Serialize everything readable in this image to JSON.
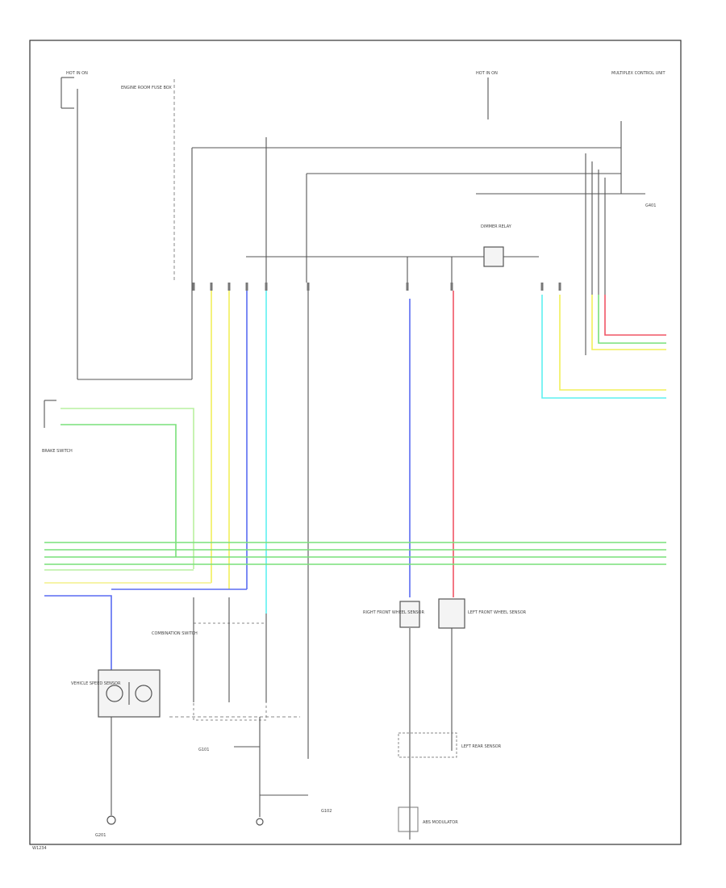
{
  "diagram": {
    "footer_text": "W1234",
    "colors": {
      "frame": "#333333",
      "black_wire": "#555555",
      "yellow": "#f2ef5a",
      "green": "#79e07a",
      "blue": "#5a6cf2",
      "cyan": "#5ef0f0",
      "red": "#f05565",
      "light_green": "#b9f0a0",
      "light_yellow": "#f4f08a",
      "component_fill": "#f4f4f4"
    },
    "labels": {
      "top_left_connector": "HOT IN ON",
      "top_left_component": "ENGINE ROOM FUSE BOX",
      "top_center_connector": "HOT IN ON",
      "top_right_module": "MULTIPLEX CONTROL UNIT",
      "right_ground": "G401",
      "mid_label": "DIMMER RELAY",
      "combo_switch": "COMBINATION SWITCH",
      "left_sensor": "BRAKE SWITCH",
      "left_bottom_sensor": "VEHICLE SPEED SENSOR",
      "left_ground": "G201",
      "right_front_sensor": "RIGHT FRONT WHEEL SENSOR",
      "left_front_sensor": "LEFT FRONT WHEEL SENSOR",
      "lower_sensor": "LEFT REAR SENSOR",
      "bottom_right_module": "ABS MODULATOR",
      "bottom_center_ground": "G101",
      "bottom_mid_ground": "G102"
    }
  }
}
